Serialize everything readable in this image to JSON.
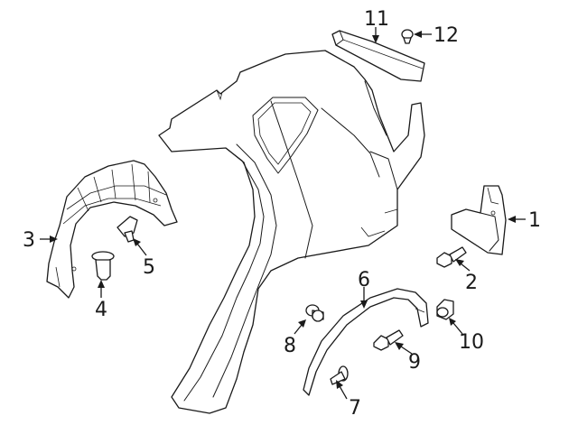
{
  "diagram": {
    "callouts": [
      {
        "id": "1",
        "label": "1"
      },
      {
        "id": "2",
        "label": "2"
      },
      {
        "id": "3",
        "label": "3"
      },
      {
        "id": "4",
        "label": "4"
      },
      {
        "id": "5",
        "label": "5"
      },
      {
        "id": "6",
        "label": "6"
      },
      {
        "id": "7",
        "label": "7"
      },
      {
        "id": "8",
        "label": "8"
      },
      {
        "id": "9",
        "label": "9"
      },
      {
        "id": "10",
        "label": "10"
      },
      {
        "id": "11",
        "label": "11"
      },
      {
        "id": "12",
        "label": "12"
      }
    ],
    "parts": [
      {
        "id": "quarter-panel",
        "icon": "quarter-panel-outline"
      },
      {
        "id": "fender-liner",
        "icon": "fender-liner-outline"
      },
      {
        "id": "mud-flap",
        "icon": "mud-flap-outline"
      },
      {
        "id": "wheel-opening-molding",
        "icon": "arch-molding-outline"
      },
      {
        "id": "roof-trim",
        "icon": "trim-strip-outline"
      }
    ],
    "colors": {
      "line": "#1a1a1a",
      "background": "#ffffff"
    }
  }
}
